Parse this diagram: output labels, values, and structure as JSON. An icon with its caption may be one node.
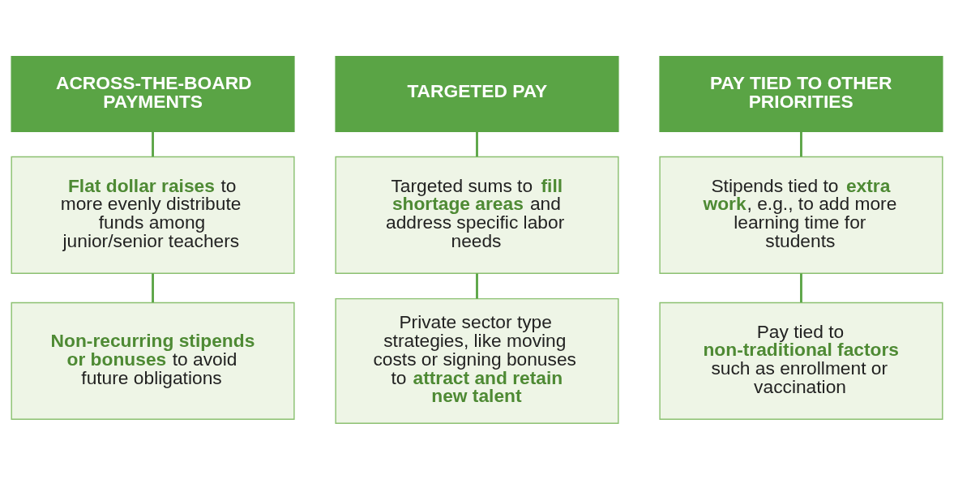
{
  "diagram": {
    "nodes": [
      {
        "text": [
          "ACROSS-THE-BOARD PAYMENTS"
        ]
      },
      {
        "text": [
          "**Flat dollar raises** to more evenly distribute funds among junior/senior teachers"
        ]
      },
      {
        "text": [
          "**Non-recurring stipends or bonuses** to avoid future obligations"
        ]
      },
      {
        "text": [
          "TARGETED PAY"
        ]
      },
      {
        "text": [
          "Targeted sums to **fill shortage areas** and address specific labor needs"
        ]
      },
      {
        "text": [
          "Private sector type strategies, like moving costs or signing bonuses to **attract and retain new talent**"
        ]
      },
      {
        "text": [
          "PAY TIED TO OTHER PRIORITIES"
        ]
      },
      {
        "text": [
          "Stipends tied to **extra work**, e.g., to add more learning time for students"
        ]
      },
      {
        "text": [
          "Pay tied to **non-traditional factors** such as enrollment or vaccination"
        ]
      }
    ],
    "edges": [
      {
        "from": 0,
        "to": 1,
        "arrow": "none"
      },
      {
        "from": 1,
        "to": 2,
        "arrow": "none"
      },
      {
        "from": 3,
        "to": 4,
        "arrow": "none"
      },
      {
        "from": 4,
        "to": 5,
        "arrow": "none"
      },
      {
        "from": 6,
        "to": 7,
        "arrow": "none"
      },
      {
        "from": 7,
        "to": 8,
        "arrow": "none"
      }
    ]
  }
}
